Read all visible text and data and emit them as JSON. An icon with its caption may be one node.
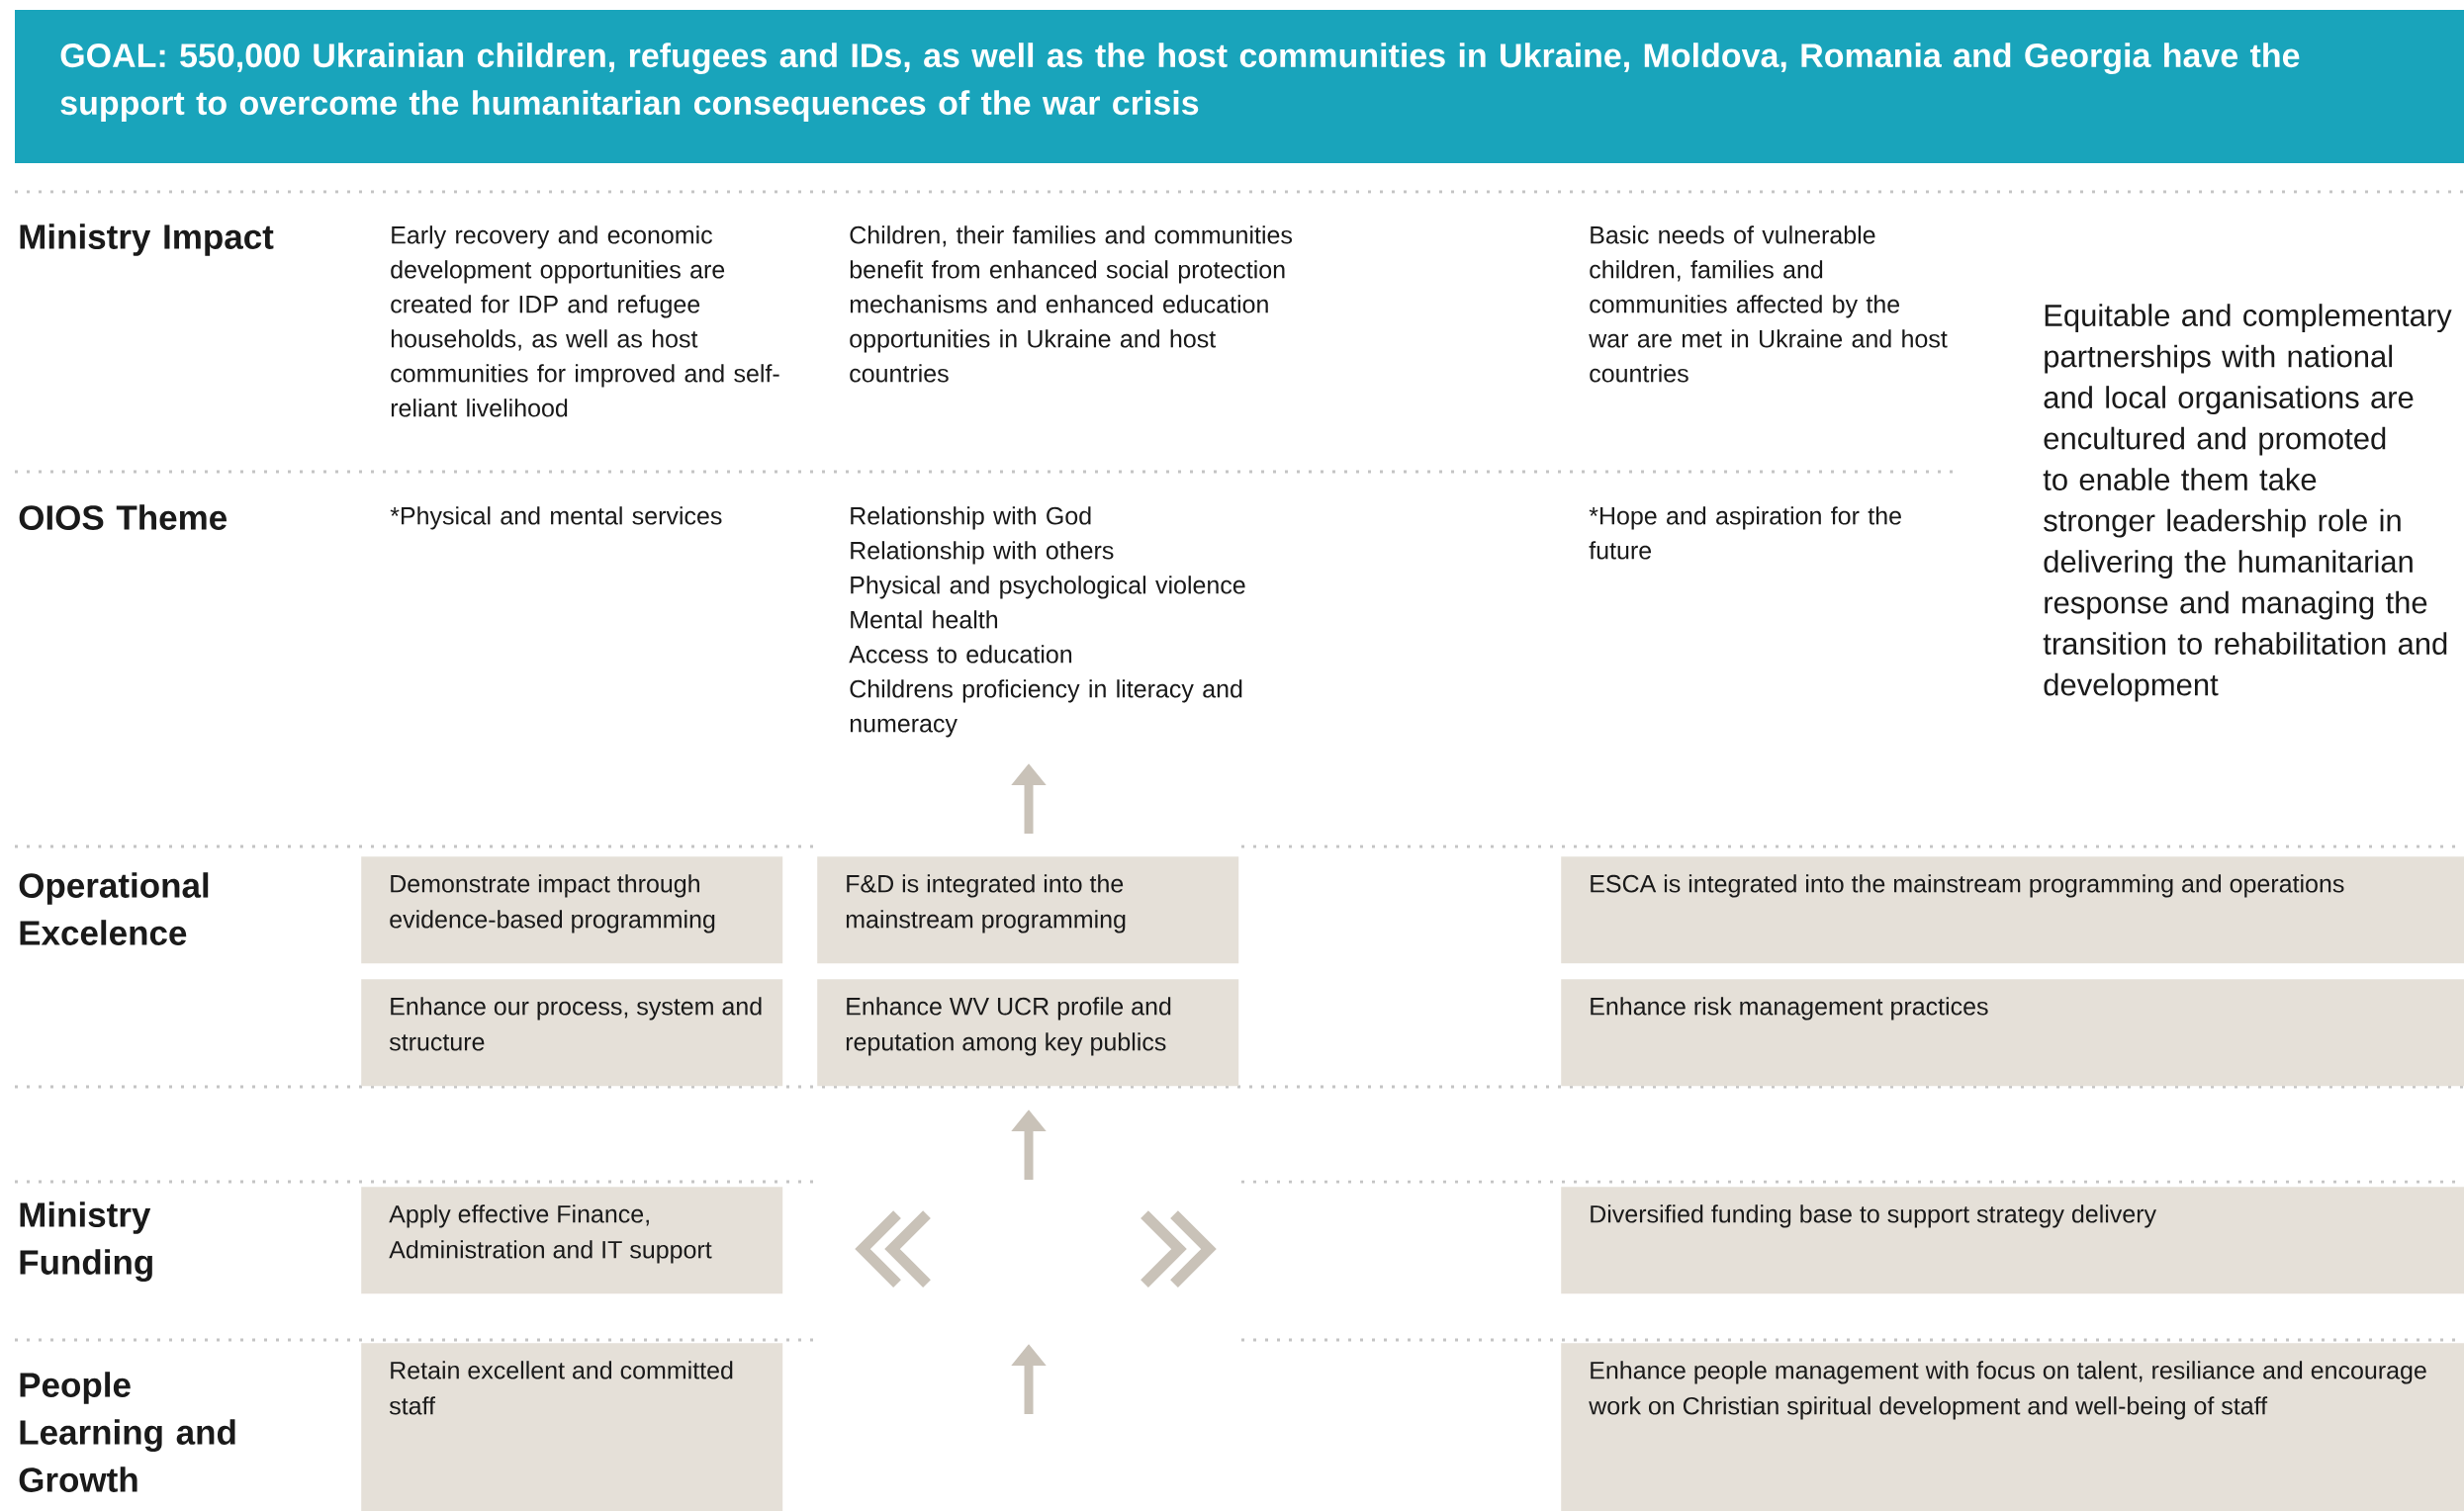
{
  "diagram": {
    "title": "GOAL: 550,000 Ukrainian children, refugees and IDs, as well as the host communities in Ukraine, Moldova, Romania and Georgia have the support to overcome the humanitarian consequences of the war crisis",
    "nodes": [
      {
        "text": [
          "Demonstrate impact through evidence-based programming"
        ]
      },
      {
        "text": [
          "F&D is integrated into the mainstream programming"
        ]
      },
      {
        "text": [
          "ESCA is integrated into the mainstream programming and operations"
        ]
      },
      {
        "text": [
          "Enhance our process, system and structure"
        ]
      },
      {
        "text": [
          "Enhance WV UCR profile and reputation among key publics"
        ]
      },
      {
        "text": [
          "Enhance risk management practices"
        ]
      },
      {
        "text": [
          "Apply effective Finance, Administration and IT support"
        ]
      },
      {
        "text": [
          "Diversified funding base to support strategy delivery"
        ]
      },
      {
        "text": [
          "Retain excellent and committed staff"
        ]
      },
      {
        "text": [
          "Enhance people management with focus on talent, resiliance and encourage work on Christian spiritual development and well-being of staff"
        ]
      }
    ],
    "labels": [
      "Ministry Impact",
      "Early recovery and economic development opportunities are created for IDP and refugee households, as well as host communities for improved and self-reliant livelihood",
      "Children, their families and communities benefit from enhanced social protection mechanisms and enhanced education opportunities in Ukraine and host countries",
      "Basic needs of vulnerable children, families and communities affected by the war are met in Ukraine and host countries",
      "Equitable and complementary partnerships with national and local organisations are encultured and promoted to enable them take stronger leadership role in delivering the humanitarian response and managing the transition to rehabilitation and development",
      "OIOS Theme",
      "*Physical and mental services",
      "Relationship with God",
      "Relationship with others",
      "Physical and psychological violence",
      "Mental health",
      "Access to education",
      "Childrens proficiency in literacy and numeracy",
      "*Hope and aspiration for the future",
      "Operational Excelence",
      "Ministry Funding",
      "People Learning and Growth"
    ]
  }
}
